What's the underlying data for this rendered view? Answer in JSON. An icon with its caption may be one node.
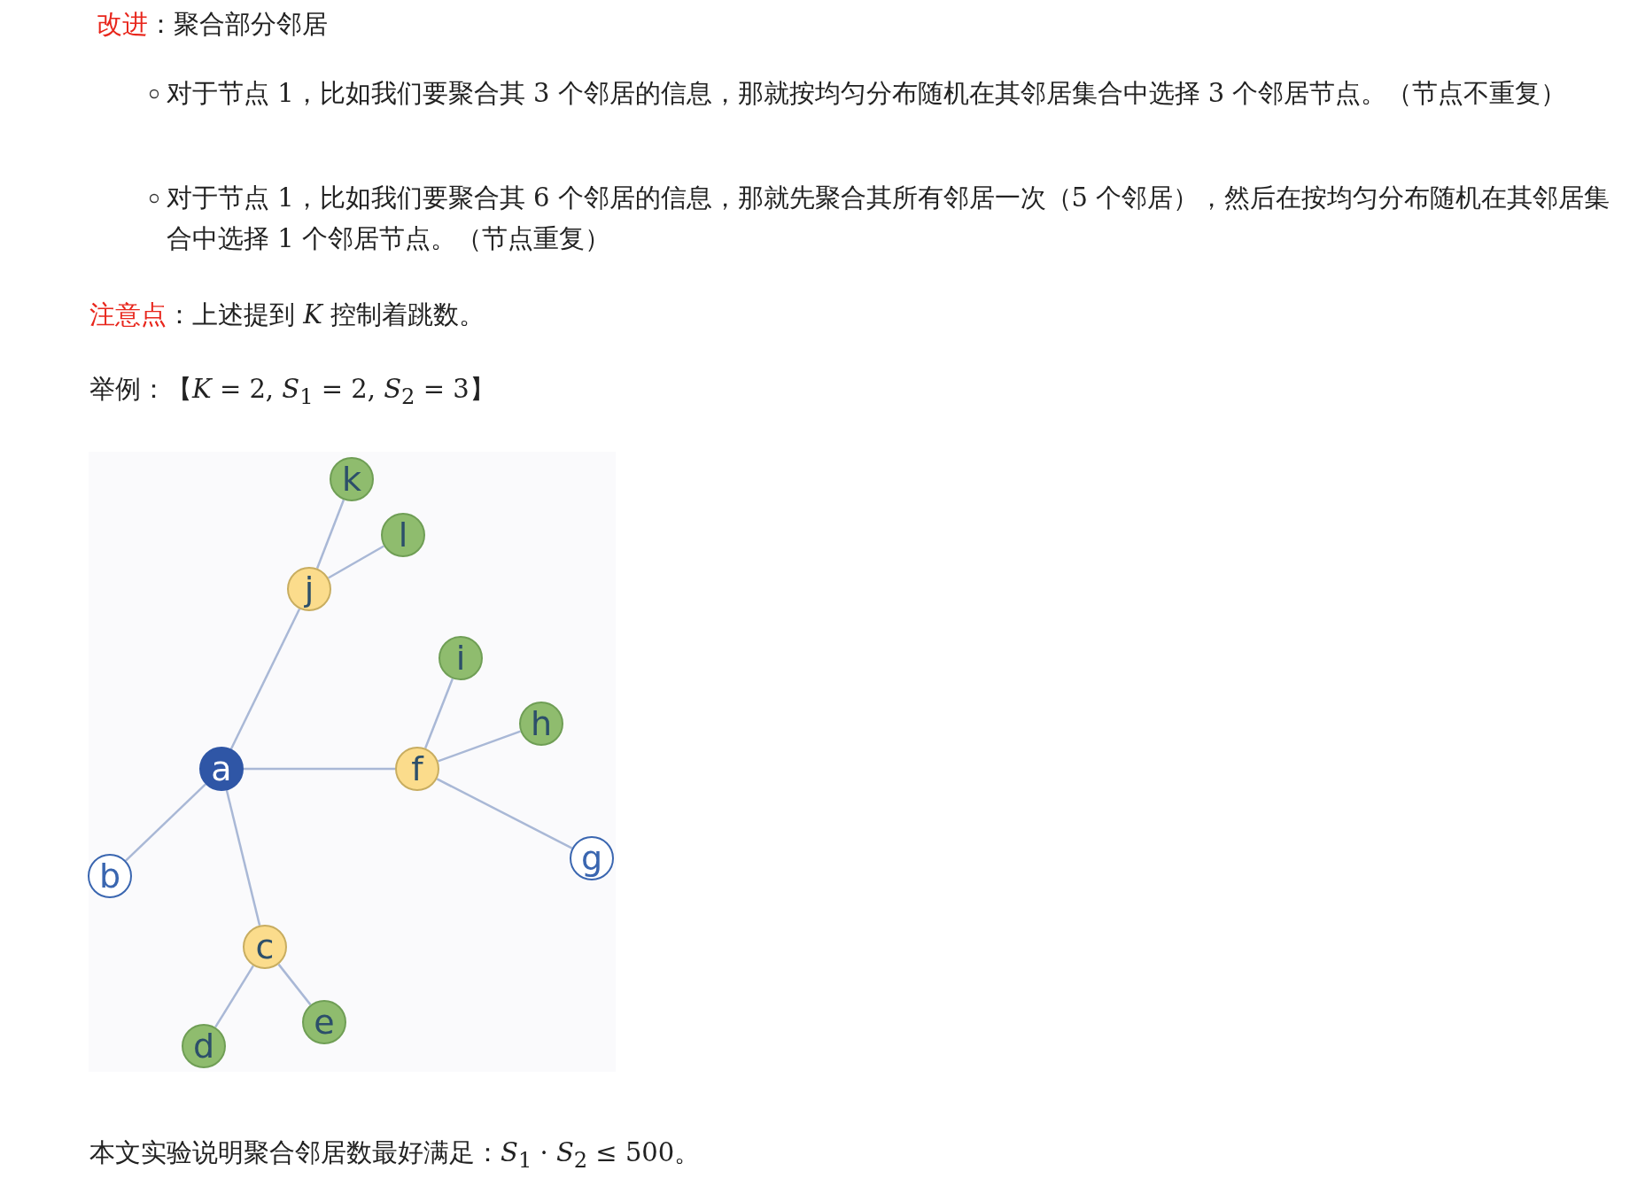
{
  "diagram": {
    "nodes": [
      {
        "text": [
          "k"
        ]
      },
      {
        "text": [
          "l"
        ]
      },
      {
        "text": [
          "j"
        ]
      },
      {
        "text": [
          "i"
        ]
      },
      {
        "text": [
          "h"
        ]
      },
      {
        "text": [
          "a"
        ]
      },
      {
        "text": [
          "f"
        ]
      },
      {
        "text": [
          "g"
        ]
      },
      {
        "text": [
          "b"
        ]
      },
      {
        "text": [
          "c"
        ]
      },
      {
        "text": [
          "e"
        ]
      },
      {
        "text": [
          "d"
        ]
      }
    ],
    "edges": [
      {
        "from": 2,
        "to": 0,
        "arrow": "none"
      },
      {
        "from": 2,
        "to": 1,
        "arrow": "none"
      },
      {
        "from": 5,
        "to": 2,
        "arrow": "none"
      },
      {
        "from": 6,
        "to": 3,
        "arrow": "none"
      },
      {
        "from": 6,
        "to": 4,
        "arrow": "none"
      },
      {
        "from": 5,
        "to": 6,
        "arrow": "none"
      },
      {
        "from": 6,
        "to": 7,
        "arrow": "none"
      },
      {
        "from": 5,
        "to": 8,
        "arrow": "none"
      },
      {
        "from": 5,
        "to": 9,
        "arrow": "none"
      },
      {
        "from": 9,
        "to": 11,
        "arrow": "none"
      },
      {
        "from": 9,
        "to": 10,
        "arrow": "none"
      }
    ],
    "labels": [
      "改进",
      "：聚合部分邻居",
      "对于节点 1，比如我们要聚合其 3 个邻居的信息，那就按均匀分布随机在其邻居集合中选择 3 个邻居节点。（节点不重复）",
      "对于节点 1，比如我们要聚合其 6 个邻居的信息，那就先聚合其所有邻居一次（5 个邻居），然后在按均匀分布随机在其邻居集合中选择 1 个邻居节点。（节点重复）",
      "注意点",
      "：上述提到 *K* 控制着跳数。",
      "举例：【*K* = 2, *S*$_{1}$ = 2, *S*$_{2}$ = 3】",
      "本文实验说明聚合邻居数最好满足：*S*$_{1}$ · *S*$_{2}$ ≤ 500。"
    ]
  }
}
